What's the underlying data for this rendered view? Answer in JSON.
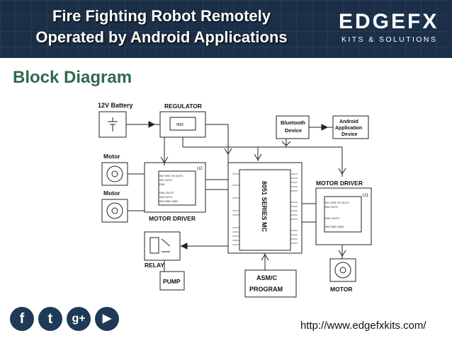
{
  "header": {
    "title_line1": "Fire Fighting Robot Remotely",
    "title_line2": "Operated by Android Applications",
    "logo_main": "EDGEFX",
    "logo_sub": "KITS & SOLUTIONS",
    "background_color": "#1b3048"
  },
  "section_title": "Block Diagram",
  "diagram": {
    "battery": "12V Battery",
    "regulator": "REGULATOR",
    "bluetooth_line1": "Bluetooth",
    "bluetooth_line2": "Device",
    "android_line1": "Android",
    "android_line2": "Application",
    "android_line3": "Device",
    "motor_top": "Motor",
    "motor_bottom": "Motor",
    "motor_driver_left": "MOTOR DRIVER",
    "motor_driver_right": "MOTOR DRIVER",
    "mcu": "8051 SERIES MC",
    "relay": "RELAY",
    "pump": "PUMP",
    "asmc_line1": "ASM/C",
    "asmc_line2": "PROGRAM",
    "motor_right": "MOTOR",
    "u2": "U2",
    "u3": "U3"
  },
  "social": [
    {
      "name": "facebook",
      "glyph": "f"
    },
    {
      "name": "twitter",
      "glyph": "t"
    },
    {
      "name": "google-plus",
      "glyph": "g+"
    },
    {
      "name": "youtube",
      "glyph": "▶"
    }
  ],
  "url": "http://www.edgefxkits.com/"
}
